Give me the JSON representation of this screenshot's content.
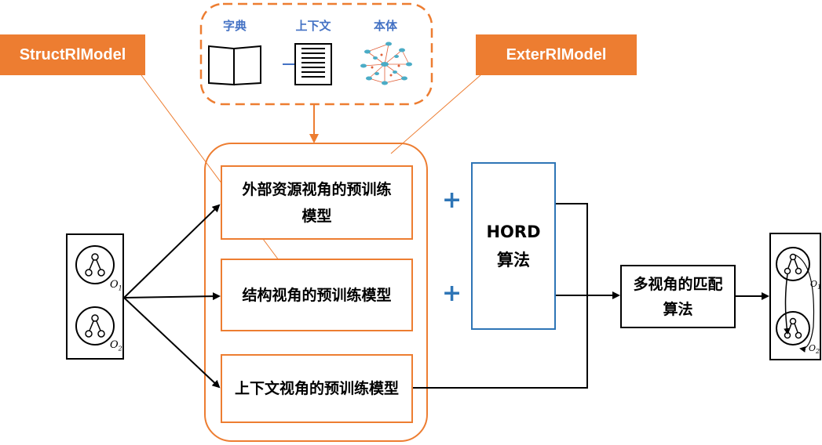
{
  "tags": {
    "left": "StructRlModel",
    "right": "ExterRlModel"
  },
  "resources": [
    {
      "label": "字典",
      "icon": "book-icon"
    },
    {
      "label": "上下文",
      "icon": "document-icon"
    },
    {
      "label": "本体",
      "icon": "ontology-graph-icon"
    }
  ],
  "models": {
    "external": "外部资源视角的预训练模型",
    "structural": "结构视角的预训练模型",
    "context": "上下文视角的预训练模型"
  },
  "plus": [
    "+",
    "+"
  ],
  "hord": {
    "line1": "HORD",
    "line2": "算法"
  },
  "matching": "多视角的匹配算法",
  "ontologies": {
    "o1_base": "O",
    "o1_sub": "1",
    "o2_base": "O",
    "o2_sub": "2"
  },
  "colors": {
    "orange": "#ED7D31",
    "blue": "#2E75B6",
    "label_blue": "#4472C4",
    "black": "#000000"
  }
}
